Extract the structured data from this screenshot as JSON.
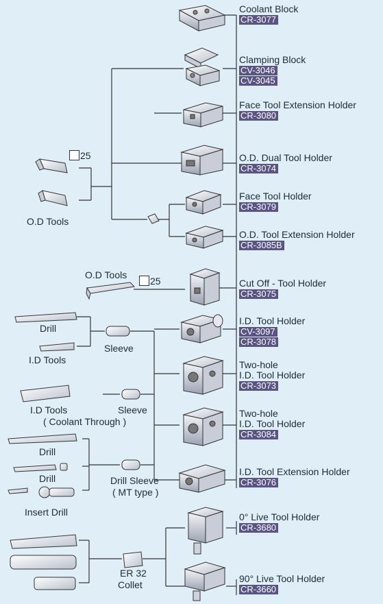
{
  "holders": [
    {
      "name": "Coolant Block",
      "codes": [
        "CR-3077"
      ]
    },
    {
      "name": "Clamping Block",
      "codes": [
        "CV-3046",
        "CV-3045"
      ]
    },
    {
      "name": "Face Tool Extension Holder",
      "codes": [
        "CR-3080"
      ]
    },
    {
      "name": "O.D. Dual Tool Holder",
      "codes": [
        "CR-3074"
      ]
    },
    {
      "name": "Face Tool Holder",
      "codes": [
        "CR-3079"
      ]
    },
    {
      "name": "O.D. Tool Extension Holder",
      "codes": [
        "CR-3085B"
      ]
    },
    {
      "name": "Cut Off - Tool Holder",
      "codes": [
        "CR-3075"
      ]
    },
    {
      "name": "I.D. Tool Holder",
      "codes": [
        "CV-3097",
        "CR-3078"
      ]
    },
    {
      "name_lines": [
        "Two-hole",
        "I.D. Tool Holder"
      ],
      "codes": [
        "CR-3073"
      ]
    },
    {
      "name_lines": [
        "Two-hole",
        "I.D. Tool Holder"
      ],
      "codes": [
        "CR-3084"
      ]
    },
    {
      "name": "I.D. Tool Extension Holder",
      "codes": [
        "CR-3076"
      ]
    },
    {
      "name": "0° Live Tool Holder",
      "codes": [
        "CR-3680"
      ]
    },
    {
      "name": "90° Live Tool Holder",
      "codes": [
        "CR-3660"
      ]
    }
  ],
  "captions": {
    "od_tools_1": "O.D Tools",
    "size_1": "25",
    "od_tools_2": "O.D Tools",
    "size_2": "25",
    "drill_1": "Drill",
    "id_tools_1": "I.D Tools",
    "sleeve_1": "Sleeve",
    "id_tools_2": "I.D Tools",
    "sleeve_2": "Sleeve",
    "coolant_through": "( Coolant Through )",
    "drill_2": "Drill",
    "drill_3": "Drill",
    "drill_sleeve": "Drill Sleeve",
    "mt_type": "( MT type )",
    "insert_drill": "Insert Drill",
    "er32": "ER 32",
    "collet": "Collet"
  },
  "colors": {
    "background": "#dfeef7",
    "code_badge": "#5a5486",
    "line": "#333333"
  }
}
